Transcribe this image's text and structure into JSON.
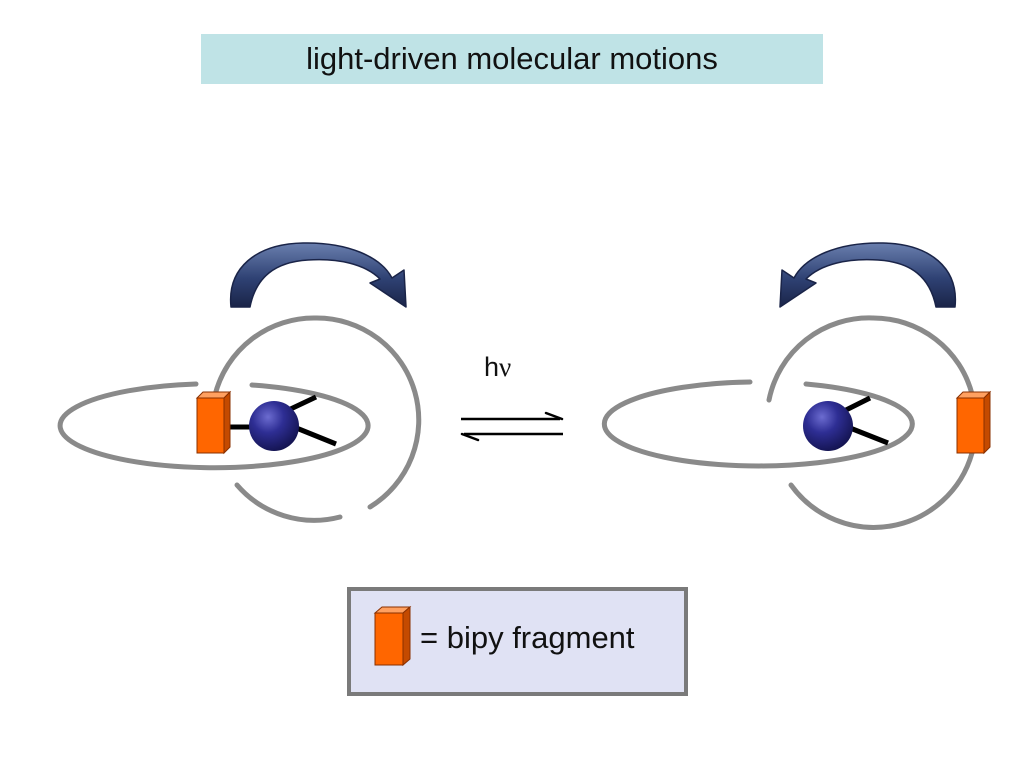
{
  "title": "light-driven molecular motions",
  "equilibrium": {
    "h": "h",
    "nu": "ν"
  },
  "legend": {
    "text": "= bipy fragment"
  },
  "colors": {
    "title_bg": "#bfe3e6",
    "ring_gray": "#8a8a8a",
    "bipy_orange": "#ff6600",
    "metal_blue": "#23237a",
    "rotation_arrow": "#2f3f6e",
    "legend_bg": "#e0e2f4",
    "legend_border": "#7a7a7a"
  },
  "icons": {
    "rotation_left_state": "curved-arrow-clockwise-icon",
    "rotation_right_state": "curved-arrow-counterclockwise-icon",
    "equilibrium": "equilibrium-arrows-icon",
    "bipy": "orange-block-icon",
    "metal": "blue-sphere-icon"
  }
}
